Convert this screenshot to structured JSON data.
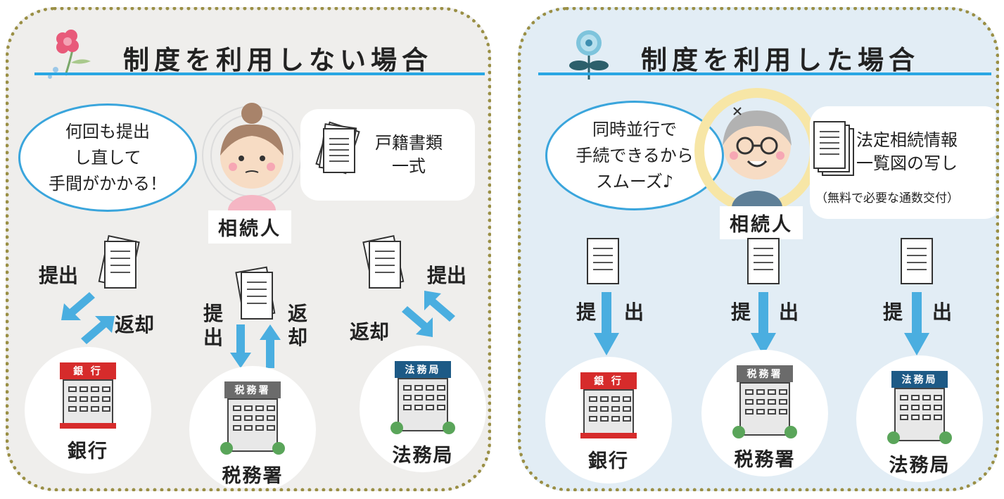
{
  "colors": {
    "accent_blue": "#29a6e3",
    "arrow_blue": "#4aaee0",
    "border_olive": "#9a8f45",
    "bank_red": "#d62b2b",
    "tax_gray": "#6b6b6b",
    "legal_navy": "#1d5a86"
  },
  "left": {
    "title": "制度を利用しない場合",
    "speech": "何回も提出\nし直して\n手間がかかる！",
    "documents": "戸籍書類\n一式",
    "person": "相続人",
    "bank": {
      "sign": "銀 行",
      "label": "銀行"
    },
    "tax": {
      "sign": "税務署",
      "label": "税務署"
    },
    "legal": {
      "sign": "法務局",
      "label": "法務局"
    },
    "submit": "提出",
    "return": "返却"
  },
  "right": {
    "title": "制度を利用した場合",
    "speech": "同時並行で\n手続できるから\nスムーズ♪",
    "documents": "法定相続情報\n一覧図の写し",
    "documents_note": "（無料で必要な通数交付）",
    "person": "相続人",
    "bank": {
      "sign": "銀 行",
      "label": "銀行"
    },
    "tax": {
      "sign": "税務署",
      "label": "税務署"
    },
    "legal": {
      "sign": "法務局",
      "label": "法務局"
    },
    "submit": "提出",
    "submit_a": "提",
    "submit_b": "出"
  }
}
